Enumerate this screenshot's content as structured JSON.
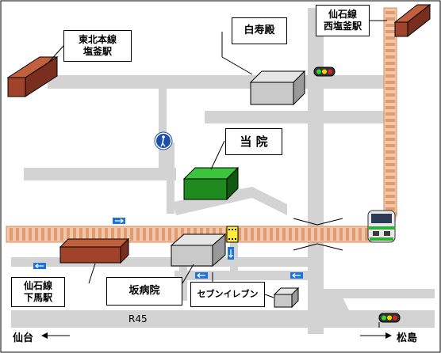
{
  "labels": {
    "tohoku_line_shiogama": [
      "東北本線",
      "塩釜駅"
    ],
    "senseki_nishi_shiogama": [
      "仙石線",
      "西塩釜駅"
    ],
    "hakujuden": "白寿殿",
    "this_clinic": "当 院",
    "senseki_shimouma": [
      "仙石線",
      "下馬駅"
    ],
    "sakabyoin": "坂病院",
    "seven_eleven": "セブンイレブン",
    "route": "R45",
    "sendai": "仙台",
    "matsushima": "松島"
  },
  "colors": {
    "road": "#d3d3d3",
    "rail_bed": "#f2c6a8",
    "rail_edge": "#d98a5a",
    "station_building": "#a0432a",
    "clinic_building": "#1f8a1f",
    "other_building": "#c9c9c9",
    "one_way_sign": "#1e73d8",
    "pedestrian_sign": "#1e4fa8"
  },
  "icons": [
    "traffic-light-icon",
    "pedestrian-crossing-sign-icon",
    "one-way-arrow-icon",
    "train-icon",
    "railroad-crossing-icon"
  ]
}
